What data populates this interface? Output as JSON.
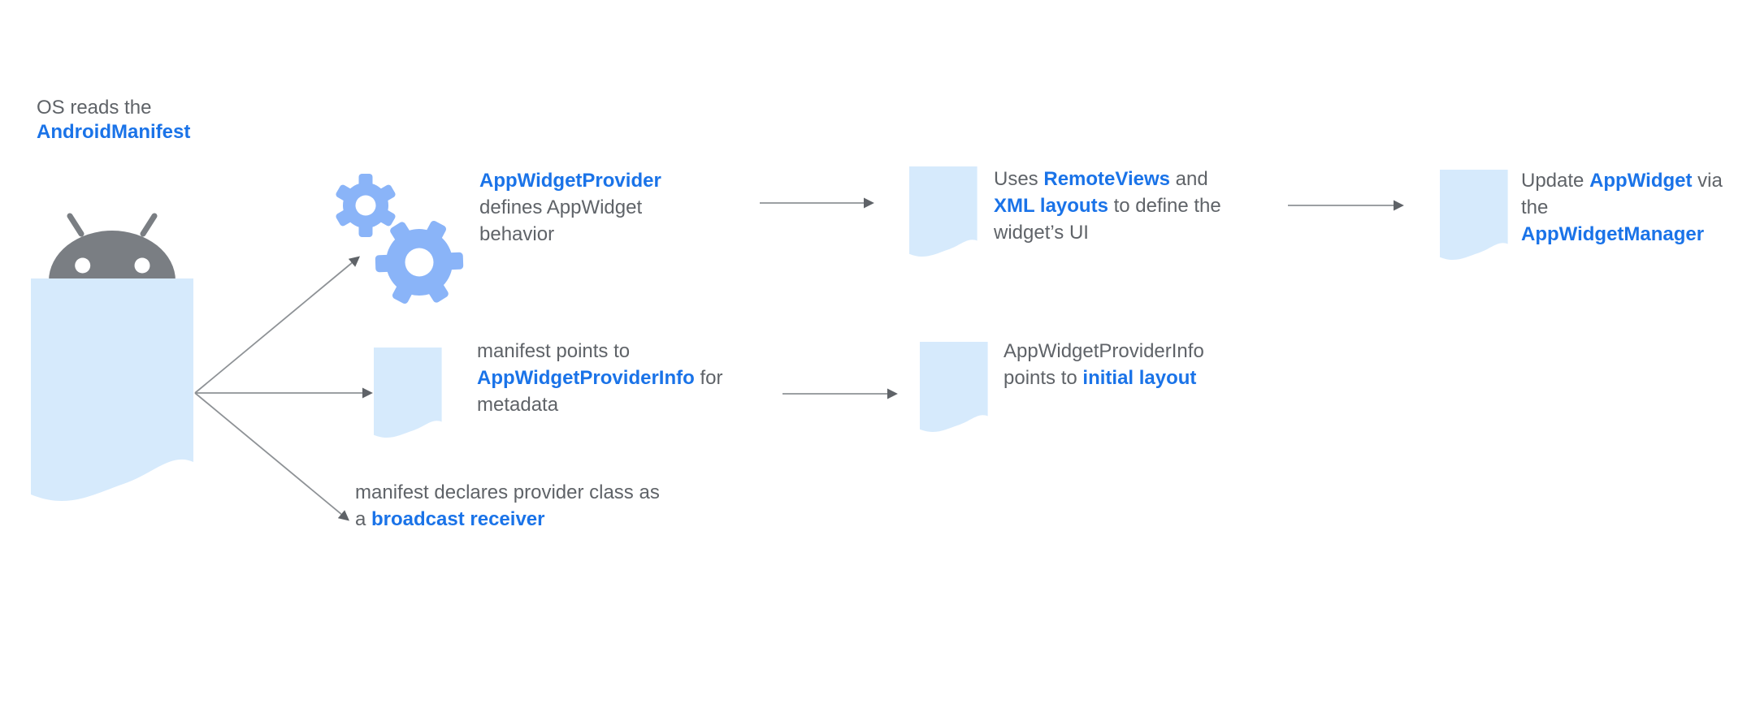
{
  "colors": {
    "accent_blue": "#1A73E8",
    "icon_blue": "#8AB4F8",
    "doc_fill": "#D6EAFC",
    "text_gray": "#5F6368",
    "robot_gray": "#7A7E83",
    "arrow_gray": "#8E9296",
    "arrow_head": "#5F6368",
    "background": "#FFFFFF"
  },
  "icons": {
    "robot": "android-robot-icon",
    "manifest_doc": "manifest-document-icon",
    "gears": "gears-icon",
    "doc": "document-icon",
    "arrow": "arrow-connector"
  },
  "os_label": {
    "line1": "OS reads the",
    "link": "AndroidManifest"
  },
  "provider_label": {
    "link": "AppWidgetProvider",
    "line2": "defines AppWidget",
    "line3": "behavior"
  },
  "remoteviews_label": {
    "s1": "Uses ",
    "link1": "RemoteViews",
    "s2": " and",
    "link2": "XML layouts",
    "s3": " to define the",
    "line3": "widget’s UI"
  },
  "update_label": {
    "s1": "Update ",
    "link1": "AppWidget",
    "s2": " via",
    "line2": "the",
    "link2": "AppWidgetManager"
  },
  "manifest_points_label": {
    "line1": "manifest points to",
    "link": "AppWidgetProviderInfo",
    "s2": " for",
    "line3": "metadata"
  },
  "providerinfo_label": {
    "line1": "AppWidgetProviderInfo",
    "s1": "points to ",
    "link": "initial layout"
  },
  "broadcast_label": {
    "line1": "manifest declares provider class as",
    "s1": "a ",
    "link": "broadcast receiver"
  }
}
